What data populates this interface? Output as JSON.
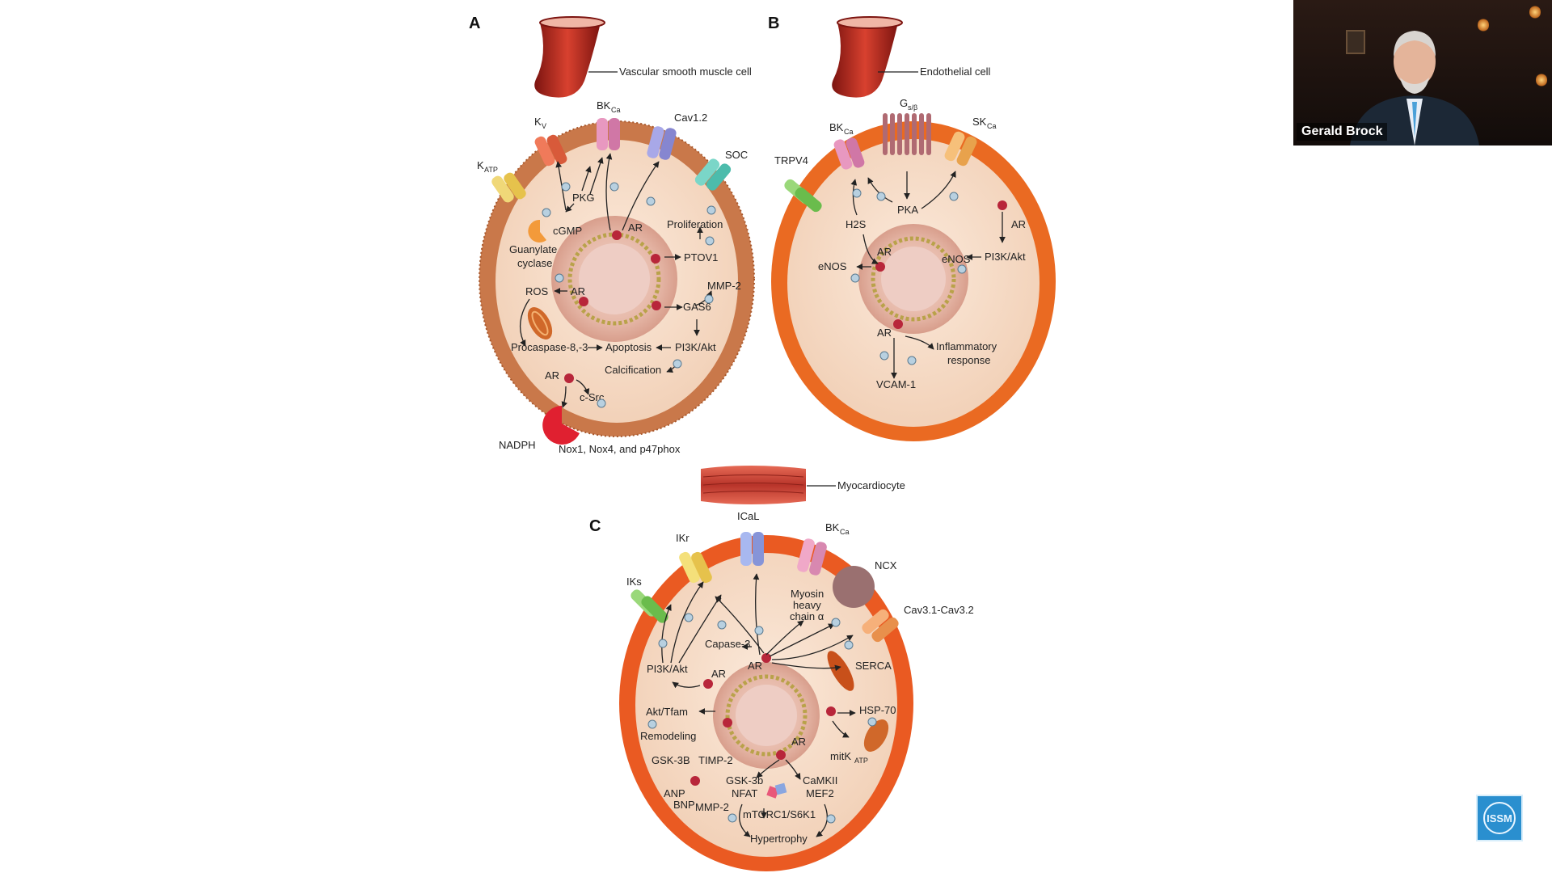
{
  "panels": {
    "a": {
      "letter": "A",
      "vessel_label": "Vascular smooth muscle cell",
      "labels": {
        "katp": "K",
        "katp_sub": "ATP",
        "kv": "K",
        "kv_sub": "V",
        "bkca": "BK",
        "bkca_sub": "Ca",
        "cav12": "Cav1.2",
        "soc": "SOC",
        "pkg": "PKG",
        "cgmp": "cGMP",
        "guanylate": "Guanylate",
        "cyclase": "cyclase",
        "ar1": "AR",
        "proliferation": "Proliferation",
        "ptov1": "PTOV1",
        "ros": "ROS",
        "ar2": "AR",
        "mmp2": "MMP-2",
        "gas6": "GAS6",
        "procaspase": "Procaspase-8,-3",
        "apoptosis": "Apoptosis",
        "pi3k": "PI3K/Akt",
        "calcification": "Calcification",
        "ar3": "AR",
        "csrc": "c-Src",
        "nadph": "NADPH",
        "nox": "Nox1, Nox4, and p47phox"
      }
    },
    "b": {
      "letter": "B",
      "vessel_label": "Endothelial cell",
      "labels": {
        "bkca": "BK",
        "bkca_sub": "Ca",
        "gs": "G",
        "gs_sub": "s/β",
        "skca": "SK",
        "skca_sub": "Ca",
        "trpv4": "TRPV4",
        "pka": "PKA",
        "h2s": "H2S",
        "ar_right": "AR",
        "pi3k": "PI3K/Akt",
        "ar_center": "AR",
        "enos_left": "eNOS",
        "enos_right": "eNOS",
        "ar_low": "AR",
        "inflammatory": "Inflammatory",
        "response": "response",
        "vcam": "VCAM-1"
      }
    },
    "c": {
      "letter": "C",
      "cell_label": "Myocardiocyte",
      "labels": {
        "ical": "ICaL",
        "ikr": "IKr",
        "bkca": "BK",
        "bkca_sub": "Ca",
        "ncx": "NCX",
        "iks": "IKs",
        "cav3": "Cav3.1-Cav3.2",
        "myosin1": "Myosin",
        "myosin2": "heavy",
        "myosin3": "chain α",
        "capase": "Capase-3",
        "ar_top": "AR",
        "serca": "SERCA",
        "pi3k": "PI3K/Akt",
        "ar_left": "AR",
        "hsp70": "HSP-70",
        "akt_tfam": "Akt/Tfam",
        "remodeling": "Remodeling",
        "ar_mid": "AR",
        "mitk": "mitK",
        "mitk_sub": "ATP",
        "gsk3b": "GSK-3B",
        "timp2": "TIMP-2",
        "gsk3b_low": "GSK-3b",
        "nfat": "NFAT",
        "camkii": "CaMKII",
        "mef2": "MEF2",
        "anp": "ANP",
        "bnp": "BNP",
        "mmp2": "MMP-2",
        "mtorc": "mTORC1/S6K1",
        "hypertrophy": "Hypertrophy"
      }
    }
  },
  "video": {
    "speaker_name": "Gerald Brock"
  },
  "logo": {
    "text": "ISSM"
  },
  "colors": {
    "vsmc_membrane": "#c9784a",
    "endo_membrane": "#ea6a22",
    "myo_membrane": "#ea5a22",
    "cytoplasm": "#f6dcc6",
    "nucleus": "#e8b9a8",
    "dna": "#b9a24a",
    "receptor": "#b8263a",
    "logo_blue": "#2a8fcf"
  },
  "icons": [
    "vessel-icon",
    "ion-channel-icon",
    "receptor-icon",
    "mitochondrion-icon",
    "nucleus-icon",
    "muscle-fiber-icon"
  ]
}
